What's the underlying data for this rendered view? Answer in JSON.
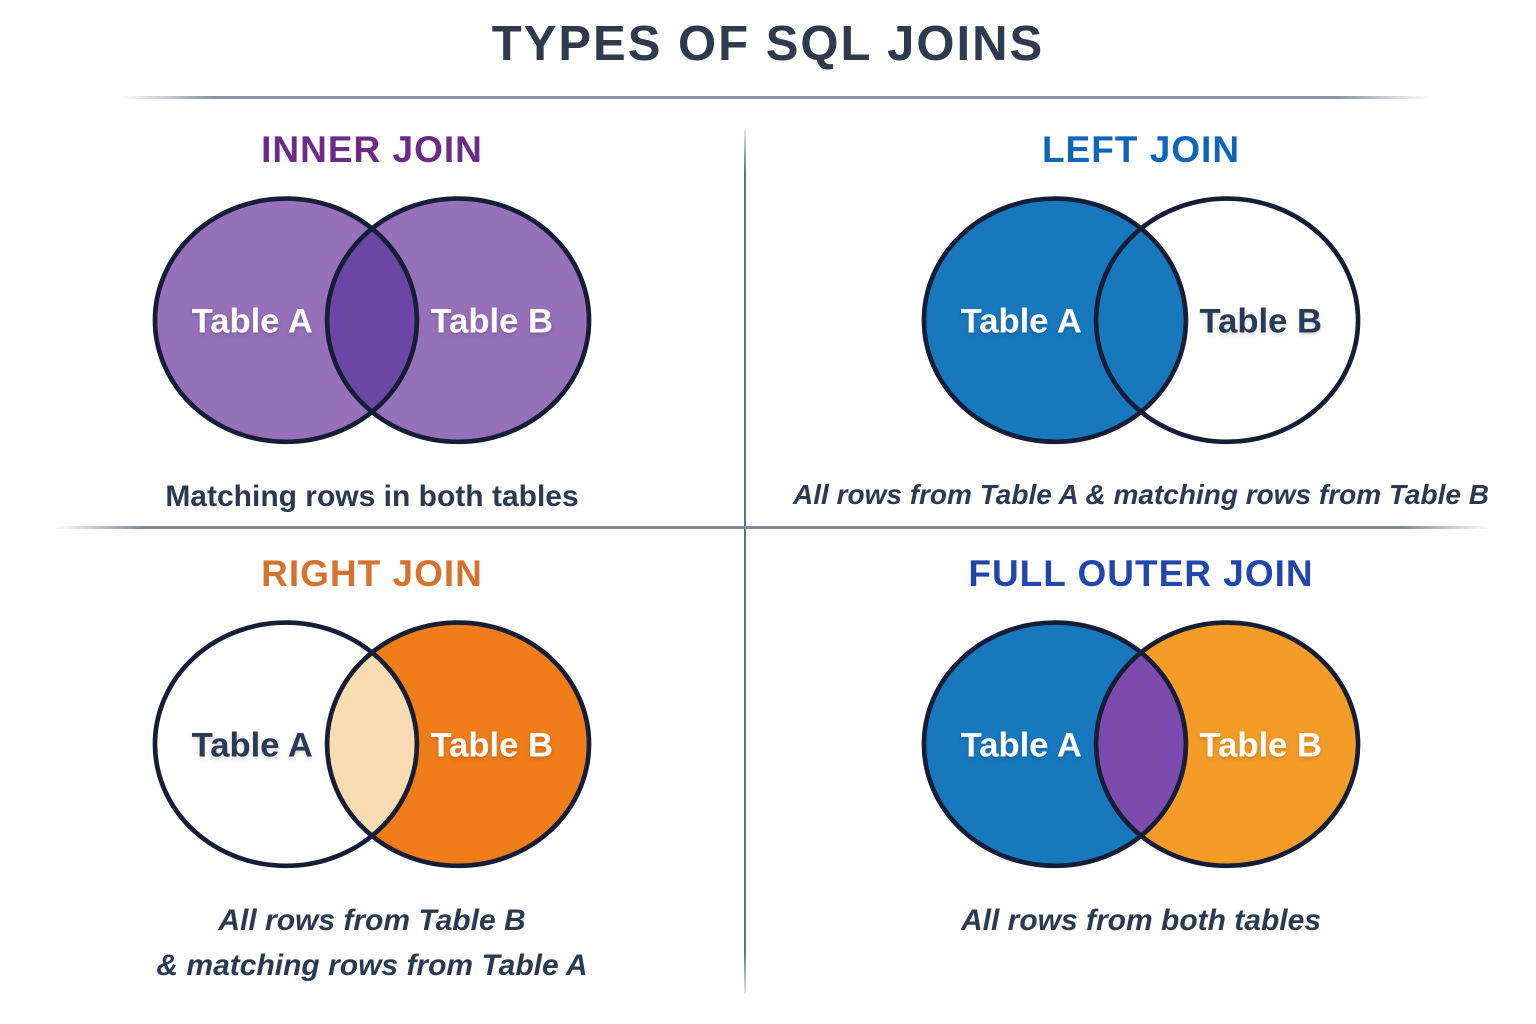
{
  "page": {
    "title": "TYPES OF SQL JOINS",
    "background": "#FFFFFF"
  },
  "colors": {
    "title_text": "#2F3B4C",
    "caption_text": "#2B3A52",
    "circle_outline": "#151E36",
    "title_divider": "#8A98A8",
    "quadrant_divider_horizontal": "#7E8C9D",
    "quadrant_divider_vertical": "#5E7086"
  },
  "quadrants": [
    {
      "id": "inner-join",
      "heading": "INNER JOIN",
      "heading_color": "#6C2B86",
      "circle_a_label": "Table A",
      "circle_b_label": "Table B",
      "caption_lines": [
        "Matching rows in both tables"
      ],
      "caption_style": "normal",
      "colors": {
        "circle_a": "#9671BA",
        "circle_b": "#9671BA",
        "overlap": "#6B46A5",
        "label_a": "#FFFFFF",
        "label_b": "#FFFFFF"
      }
    },
    {
      "id": "left-join",
      "heading": "LEFT JOIN",
      "heading_color": "#0F66B7",
      "circle_a_label": "Table A",
      "circle_b_label": "Table B",
      "caption_lines": [
        "All rows from Table A & matching rows from Table B"
      ],
      "caption_style": "italic",
      "colors": {
        "circle_a": "#1878BE",
        "circle_b": "#FFFFFF",
        "overlap": "#1878BE",
        "label_a": "#FFFFFF",
        "label_b": "#2B3A52"
      }
    },
    {
      "id": "right-join",
      "heading": "RIGHT JOIN",
      "heading_color": "#D5722E",
      "circle_a_label": "Table A",
      "circle_b_label": "Table B",
      "caption_lines": [
        "All rows from Table B",
        "& matching rows from Table A"
      ],
      "caption_style": "italic",
      "colors": {
        "circle_a": "#FFFFFF",
        "circle_b": "#F07D19",
        "overlap": "#FADCB3",
        "label_a": "#2B3A52",
        "label_b": "#FFFFFF"
      }
    },
    {
      "id": "full-outer-join",
      "heading": "FULL OUTER JOIN",
      "heading_color": "#2346AC",
      "circle_a_label": "Table A",
      "circle_b_label": "Table B",
      "caption_lines": [
        "All rows from both tables"
      ],
      "caption_style": "italic",
      "colors": {
        "circle_a": "#1878BE",
        "circle_b": "#F59C28",
        "overlap": "#7B4CAD",
        "label_a": "#FFFFFF",
        "label_b": "#FFFFFF"
      }
    }
  ]
}
